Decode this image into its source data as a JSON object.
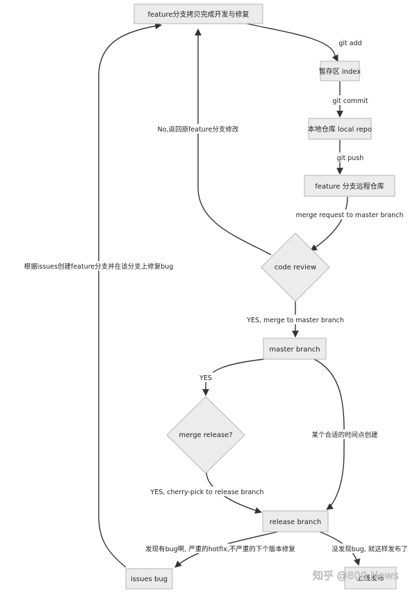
{
  "nodes": {
    "feature_copy": "feature分支拷贝完成开发与修复",
    "staging": "暂存区 index",
    "local_repo": "本地仓库 local repo",
    "feature_remote": "feature 分支远程仓库",
    "code_review": "code review",
    "master_branch": "master branch",
    "merge_release": "merge release?",
    "release_branch": "release branch",
    "issues_bug": "issues bug",
    "launch": "上线发布"
  },
  "edges": {
    "git_add": "git add",
    "git_commit": "git commit",
    "git_push": "git push",
    "merge_request": "merge request to master branch",
    "no_back": "No,返回原feature分支修改",
    "yes_merge": "YES, merge to master branch",
    "yes": "YES",
    "some_time": "某个合适的时间点创建",
    "yes_cherry": "YES, cherry-pick to release branch",
    "bug_found": "发现有bug啊, 严重的hotfix,不严重的下个版本修复",
    "no_bug": "没发现bug, 就这样发布了",
    "fix_by_issue": "根据issues创建feature分支并在该分支上修复bug"
  },
  "watermark": "知乎 @800 News"
}
